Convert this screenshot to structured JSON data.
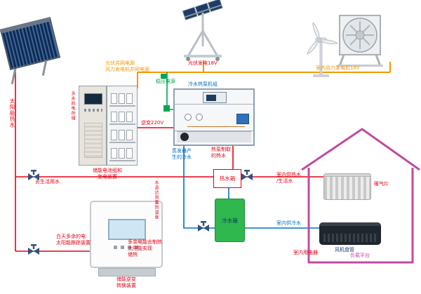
{
  "labels": {
    "bus_power": "光伏并网电源\n风力发电机并网电源",
    "pv_gen": "光伏发电18V",
    "wind_gen": "室内风力发电机18V",
    "stable_power": "稳压电源",
    "inverter_220": "逆变220V",
    "heat_pump_title": "冷水热泵机组",
    "evap_cold": "蒸发器产\n生的冷水",
    "pump_hot": "热泵制取\n的热水",
    "hot_tank": "热水箱",
    "cold_tank": "冷水箱",
    "solar_hot_water": "太阳能热水",
    "surplus_store": "多余的电存储",
    "cabinet_label": "储能电池组和\n变电装置",
    "to_domestic_water": "去生活用水",
    "day_surplus": "白天多余的电\n太阳能跟踪装置",
    "storage_inverter_label": "储能逆变\n转换装置",
    "water_temp_vertical": "水温达到蓄热温度",
    "surplus_heat": "多余电能去制热\n太阳能实现\n储热",
    "indoor_hot": "室内供热水\n/生活水",
    "indoor_cold": "室内供冷水",
    "indoor_elec": "室内用电器",
    "load_platform": "负载平台",
    "radiator": "暖气片",
    "fan_coil": "风机盘管"
  },
  "colors": {
    "hot_line": "#e60012",
    "cold_line": "#0070c0",
    "power_green": "#00a650",
    "power_orange": "#f39800",
    "house_outline": "#c04b9e",
    "cold_tank_fill": "#2eb84d",
    "valve": "#33527d"
  }
}
